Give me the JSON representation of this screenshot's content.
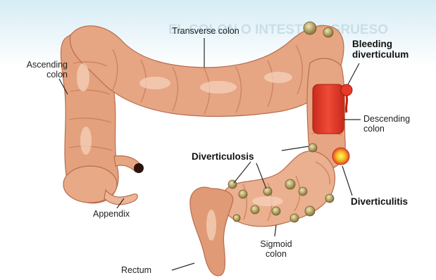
{
  "colors": {
    "background": "#ffffff",
    "header_band": "#dbeef6",
    "header_text": "#c9e0ea",
    "colon_body": "#e6a583",
    "colon_haustra": "#d08462",
    "colon_highlight": "#f6d2ba",
    "bleeding_segment": "#e23b2a",
    "diverticulum_pouch": "#b9a064",
    "inflamed_yellow": "#f2c21d",
    "leader_line": "#2a2a2a"
  },
  "header_text": "EL COLON O INTESTINO GRUESO",
  "labels": {
    "transverse_colon": "Transverse colon",
    "ascending_colon": "Ascending\ncolon",
    "appendix": "Appendix",
    "rectum": "Rectum",
    "sigmoid_colon": "Sigmoid\ncolon",
    "descending_colon": "Descending\ncolon",
    "diverticulosis": "Diverticulosis",
    "diverticulitis": "Diverticulitis",
    "bleeding_diverticulum": "Bleeding\ndiverticulum"
  }
}
